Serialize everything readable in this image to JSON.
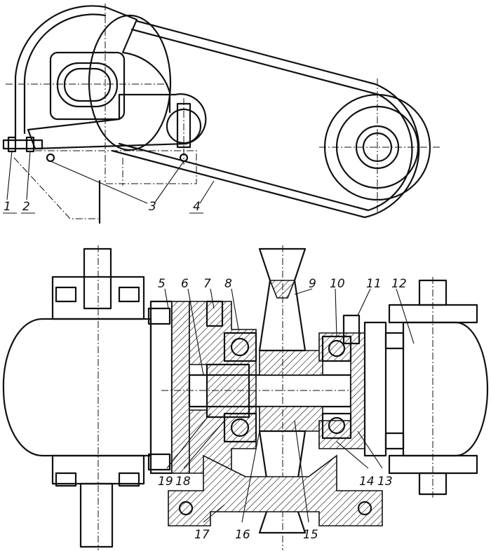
{
  "callouts": {
    "c1": "1",
    "c2": "2",
    "c3": "3",
    "c4": "4",
    "c5": "5",
    "c6": "6",
    "c7": "7",
    "c8": "8",
    "c9": "9",
    "c10": "10",
    "c11": "11",
    "c12": "12",
    "c13": "13",
    "c14": "14",
    "c15": "15",
    "c16": "16",
    "c17": "17",
    "c18": "18",
    "c19": "19"
  },
  "colors": {
    "ink": "#111111",
    "paper": "#ffffff"
  }
}
